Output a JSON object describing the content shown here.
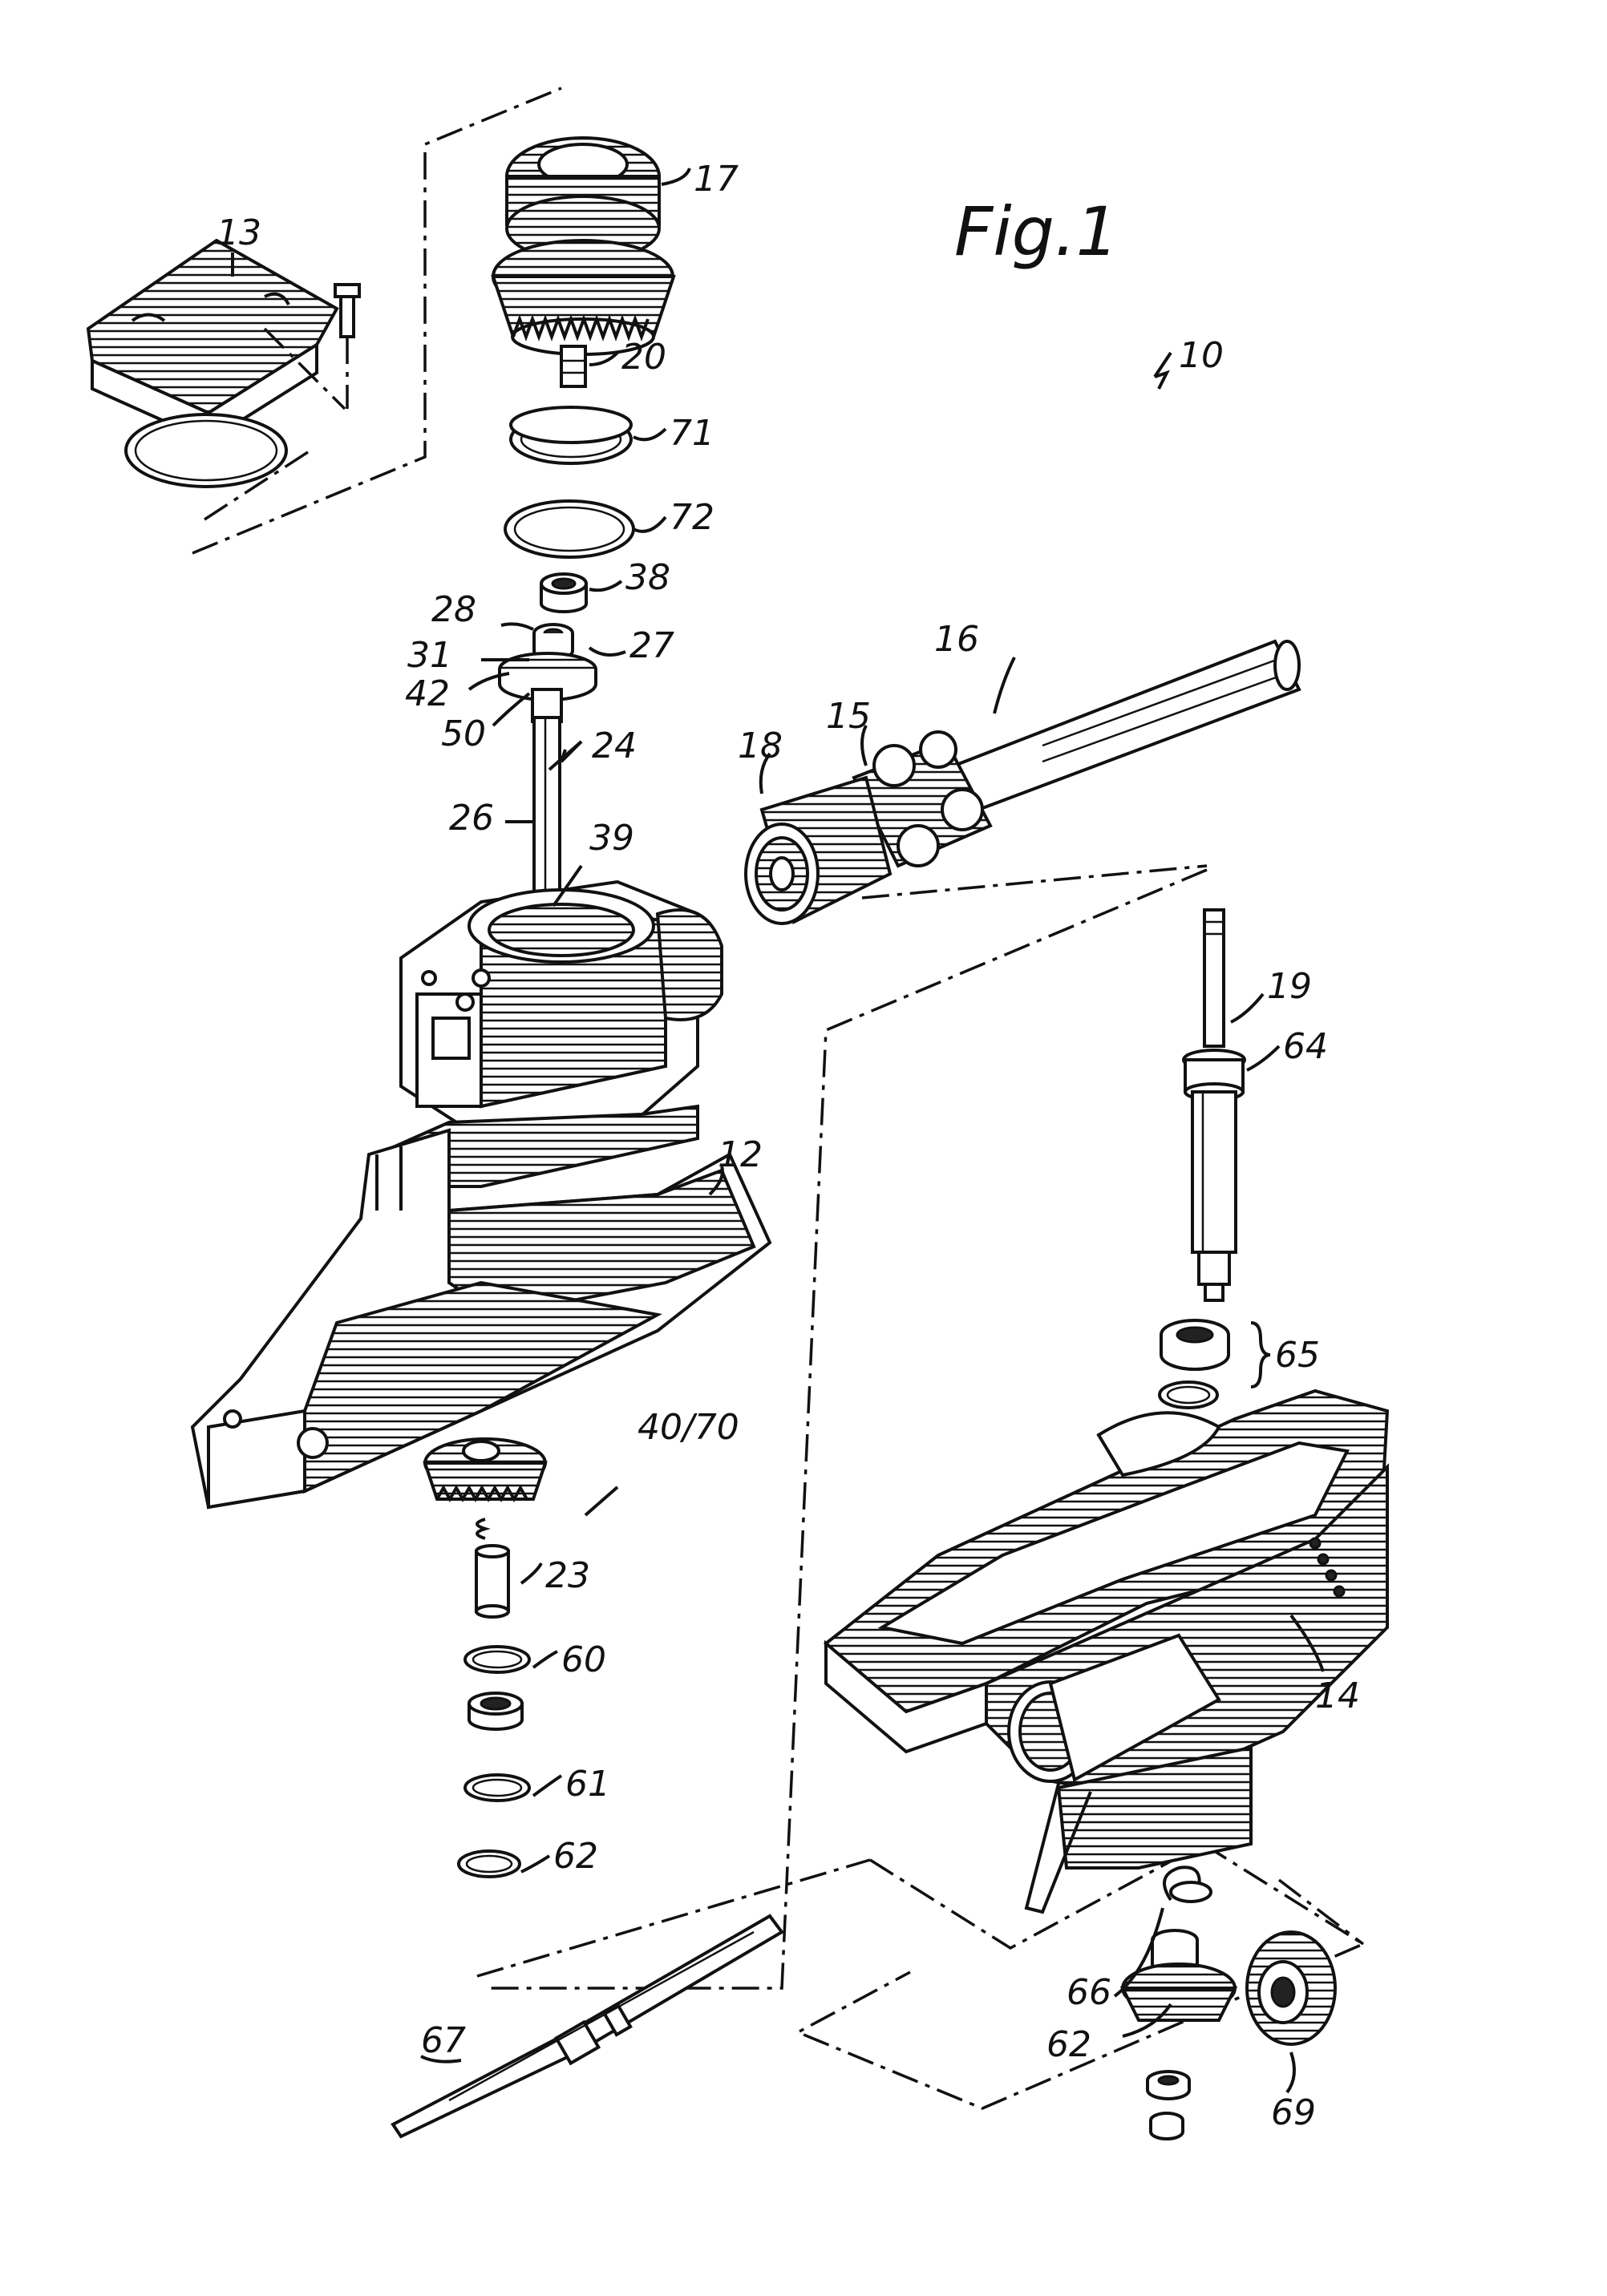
{
  "figure": {
    "title": "Fig.1",
    "labels": {
      "l10": "10",
      "l12": "12",
      "l13": "13",
      "l14": "14",
      "l15": "15",
      "l16": "16",
      "l17": "17",
      "l18": "18",
      "l19": "19",
      "l20": "20",
      "l23": "23",
      "l24": "24",
      "l26": "26",
      "l27": "27",
      "l28": "28",
      "l31": "31",
      "l38": "38",
      "l39": "39",
      "l40_70": "40/70",
      "l42": "42",
      "l50": "50",
      "l60": "60",
      "l61": "61",
      "l62a": "62",
      "l62b": "62",
      "l64": "64",
      "l65": "65",
      "l66": "66",
      "l67": "67",
      "l69": "69",
      "l71": "71",
      "l72": "72"
    }
  }
}
